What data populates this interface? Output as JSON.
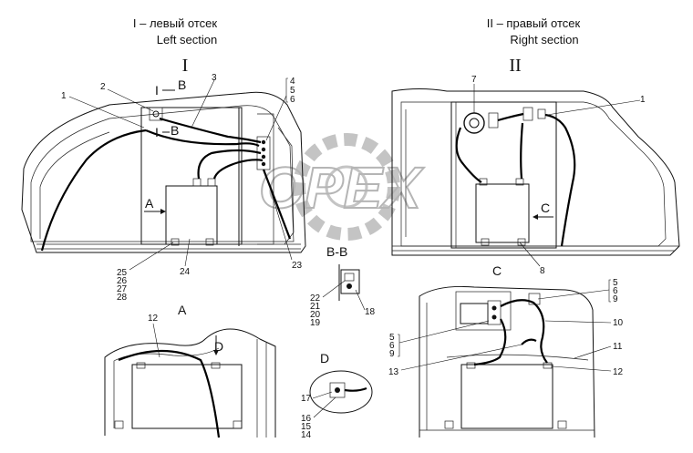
{
  "captions": {
    "left_ru": "I – левый отсек",
    "left_en": "Left section",
    "left_roman": "I",
    "right_ru": "II – правый отсек",
    "right_en": "Right section",
    "right_roman": "II"
  },
  "watermark": "OPEX",
  "section_marks": {
    "b_top": "B",
    "b_bottom": "B",
    "b_roman_top": "I",
    "b_roman_bottom": "I",
    "a_arrow": "A",
    "c_arrow": "C",
    "d_arrow": "D"
  },
  "view_titles": {
    "bb": "B-B",
    "a": "A",
    "c": "C",
    "d": "D"
  },
  "callouts": {
    "n1_left": "1",
    "n2": "2",
    "n3": "3",
    "n4": "4",
    "n5_top": "5",
    "n6_top": "6",
    "n7": "7",
    "n1_right": "1",
    "n8": "8",
    "n23": "23",
    "n24": "24",
    "n25": "25",
    "n26": "26",
    "n27": "27",
    "n28": "28",
    "n22": "22",
    "n21": "21",
    "n20": "20",
    "n19": "19",
    "n18": "18",
    "n12_a": "12",
    "n17": "17",
    "n16": "16",
    "n15": "15",
    "n14": "14",
    "n5_c": "5",
    "n6_c": "6",
    "n9_c": "9",
    "n5_c2": "5",
    "n6_c2": "6",
    "n9_c2": "9",
    "n10": "10",
    "n13": "13",
    "n11": "11",
    "n12_c": "12"
  }
}
